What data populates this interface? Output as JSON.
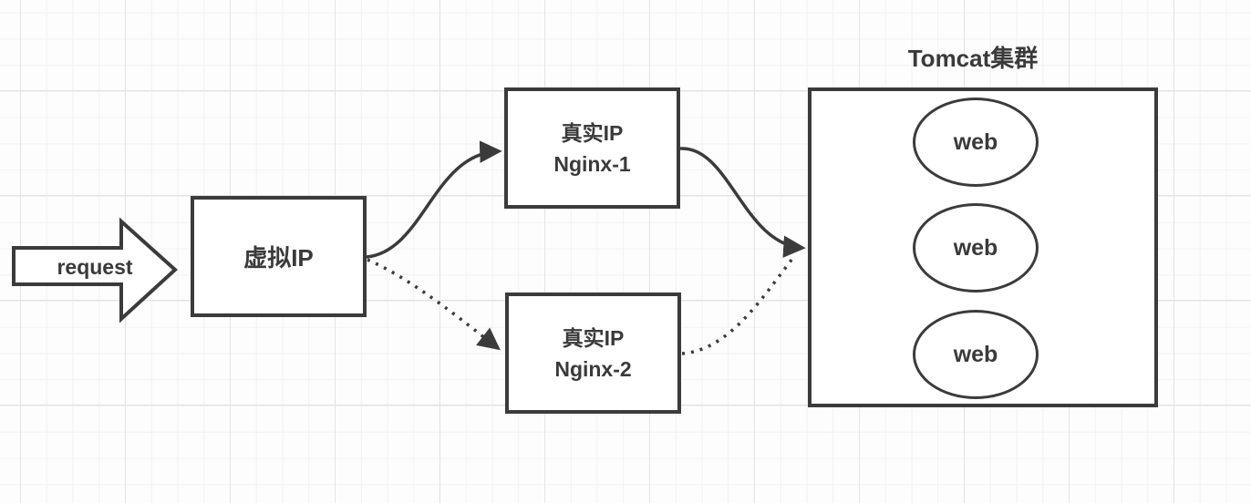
{
  "request_arrow": {
    "label": "request"
  },
  "nodes": {
    "virtual_ip": {
      "label": "虚拟IP"
    },
    "nginx_1": {
      "line1": "真实IP",
      "line2": "Nginx-1"
    },
    "nginx_2": {
      "line1": "真实IP",
      "line2": "Nginx-2"
    },
    "tomcat_cluster": {
      "title": "Tomcat集群",
      "members": [
        "web",
        "web",
        "web"
      ]
    }
  },
  "edges": [
    {
      "from": "virtual_ip",
      "to": "nginx_1",
      "style": "solid"
    },
    {
      "from": "virtual_ip",
      "to": "nginx_2",
      "style": "dotted"
    },
    {
      "from": "nginx_1",
      "to": "tomcat_cluster",
      "style": "solid"
    },
    {
      "from": "nginx_2",
      "to": "tomcat_cluster",
      "style": "dotted"
    }
  ],
  "colors": {
    "stroke": "#3b3b3b",
    "text": "#3a3a3a",
    "shape_fill": "#ffffff",
    "grid_minor": "#f1f1f1",
    "grid_major": "#e3e3e3",
    "background": "#fdfdfd"
  }
}
